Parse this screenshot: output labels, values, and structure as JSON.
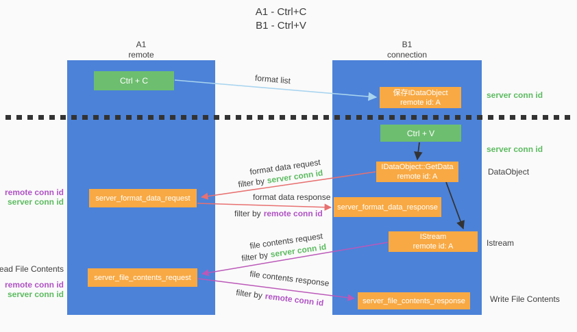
{
  "title": {
    "line1": "A1 - Ctrl+C",
    "line2": "B1 - Ctrl+V"
  },
  "lifelines": {
    "a1": {
      "name": "A1",
      "role": "remote"
    },
    "b1": {
      "name": "B1",
      "role": "connection"
    }
  },
  "nodes": {
    "ctrl_c": {
      "label": "Ctrl + C"
    },
    "ctrl_v": {
      "label": "Ctrl + V"
    },
    "save_idataobject": {
      "line1": "保存IDataObject",
      "line2": "remote id: A"
    },
    "idataobject_getdata": {
      "line1": "IDataObject::GetData",
      "line2": "remote id: A"
    },
    "istream": {
      "line1": "IStream",
      "line2": "remote id: A"
    },
    "server_format_data_request": {
      "label": "server_format_data_request"
    },
    "server_format_data_response": {
      "label": "server_format_data_response"
    },
    "server_file_contents_request": {
      "label": "server_file_contents_request"
    },
    "server_file_contents_response": {
      "label": "server_file_contents_response"
    }
  },
  "messages": {
    "format_list": "format list",
    "format_data_request": "format data request",
    "format_data_response": "format data response",
    "file_contents_request": "file contents request",
    "file_contents_response": "file contents response",
    "filter_by": "filter by",
    "server_conn_id": "server conn id",
    "remote_conn_id": "remote conn id"
  },
  "annotations": {
    "left": {
      "remote_conn_id": "remote conn id",
      "server_conn_id": "server conn id",
      "read_file_contents": "Read File Contents"
    },
    "right": {
      "server_conn_id": "server conn id",
      "dataobject": "DataObject",
      "istream": "Istream",
      "write_file_contents": "Write File Contents"
    }
  },
  "colors": {
    "lifeline_blue": "#4c82d8",
    "node_green": "#6dbe6f",
    "node_orange": "#f8a943",
    "conn_id_green": "#5cbb60",
    "conn_id_purple": "#b052c4",
    "arrow_salmon": "#e87070",
    "arrow_magenta": "#bb58b8",
    "arrow_lightblue": "#a8d4ef",
    "arrow_black": "#333333",
    "text_dark": "#3c3c3c",
    "background": "#fafafa"
  }
}
